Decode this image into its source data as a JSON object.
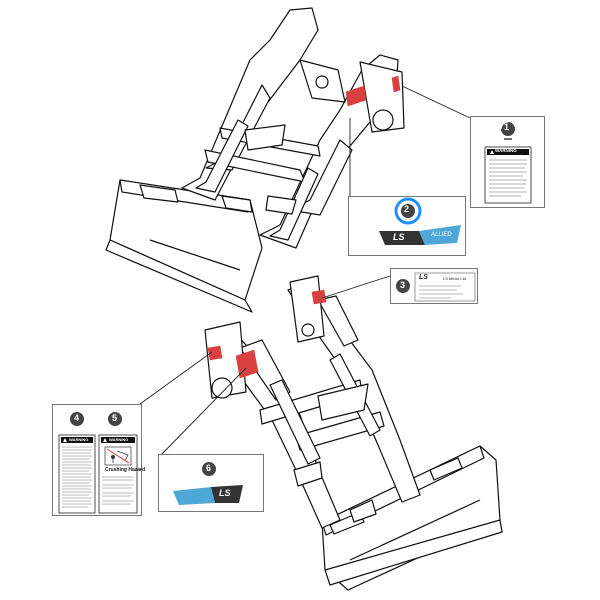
{
  "callouts": [
    {
      "number": "1",
      "labels": [
        "WARNING"
      ]
    },
    {
      "number": "2",
      "labels": [
        "LS",
        "ALLIED"
      ]
    },
    {
      "number": "3",
      "labels": [
        "LS",
        "LS Mtron Ltd."
      ]
    },
    {
      "number": "4",
      "labels": [
        "WARNING"
      ]
    },
    {
      "number": "5",
      "labels": [
        "WARNING",
        "Crushing Hazard"
      ]
    },
    {
      "number": "6",
      "labels": [
        "LS"
      ]
    }
  ],
  "colors": {
    "line": "#111111",
    "decal_red": "#d94040",
    "highlight_ring": "#1e90ff",
    "decal_blue": "#4da8d8",
    "decal_dark": "#333333"
  },
  "icons": [
    "warning-triangle-icon",
    "crushing-hazard-icon"
  ]
}
